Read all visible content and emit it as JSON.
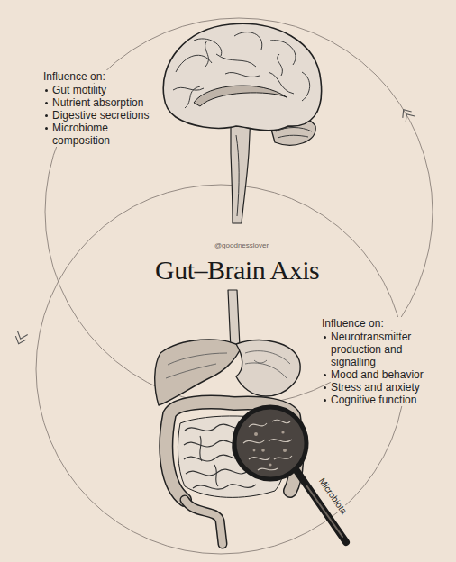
{
  "diagram": {
    "title": "Gut–Brain Axis",
    "labels": [
      "Influence on:",
      "Gut motility",
      "Nutrient absorption",
      "Digestive secretions",
      "Microbiome composition",
      "@goodnesslover",
      "Influence on:",
      "Neurotransmitter production and signalling",
      "Mood and behavior",
      "Stress and anxiety",
      "Cognitive function",
      "Microbiota"
    ]
  }
}
